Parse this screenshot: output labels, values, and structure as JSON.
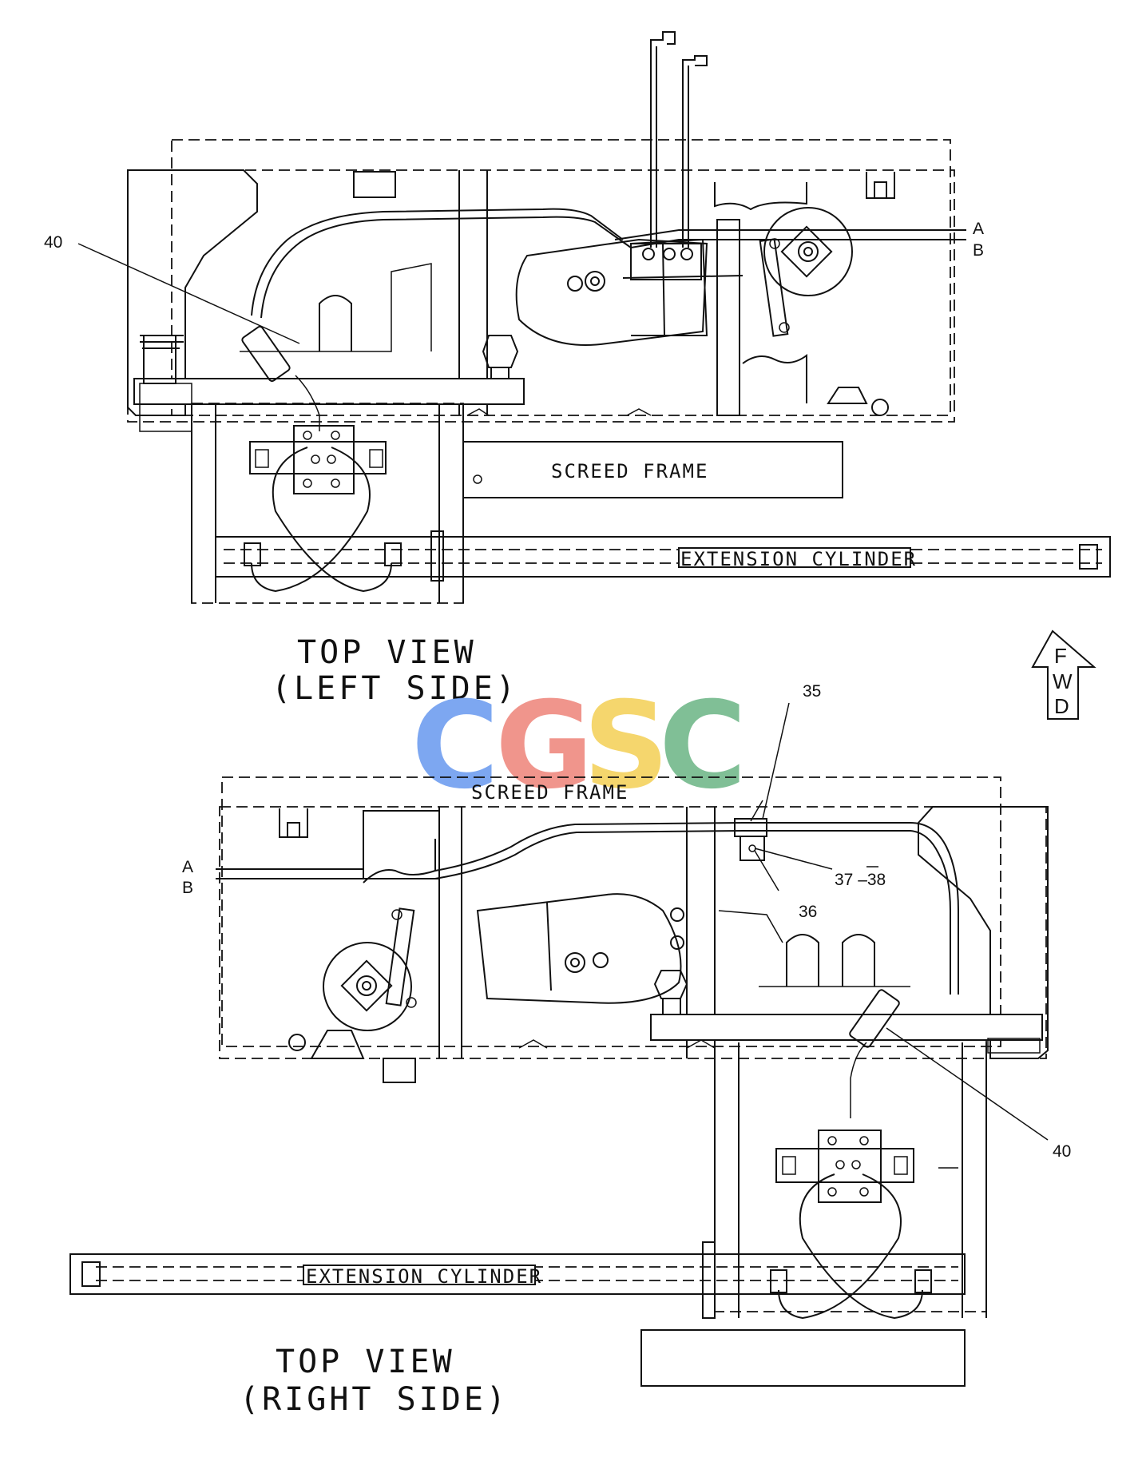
{
  "top_view": {
    "title_line1": "TOP VIEW",
    "title_line2": "(LEFT SIDE)",
    "label_screed_frame": "SCREED FRAME",
    "label_extension_cylinder": "EXTENSION CYLINDER",
    "callout_40": "40",
    "line_a": "A",
    "line_b": "B"
  },
  "bottom_view": {
    "title_line1": "TOP VIEW",
    "title_line2": "(RIGHT SIDE)",
    "label_screed_frame": "SCREED FRAME",
    "label_extension_cylinder": "EXTENSION CYLINDER",
    "callout_35": "35",
    "callout_36": "36",
    "callout_37_38": "37 –38",
    "callout_40": "40",
    "line_a": "A",
    "line_b": "B"
  },
  "fwd_arrow": {
    "letters": [
      "F",
      "W",
      "D"
    ]
  },
  "watermark": {
    "letters": [
      "C",
      "G",
      "S",
      "C"
    ],
    "colors": [
      "#6f9ef0",
      "#ef8a80",
      "#f4d25e",
      "#73b98b"
    ]
  }
}
